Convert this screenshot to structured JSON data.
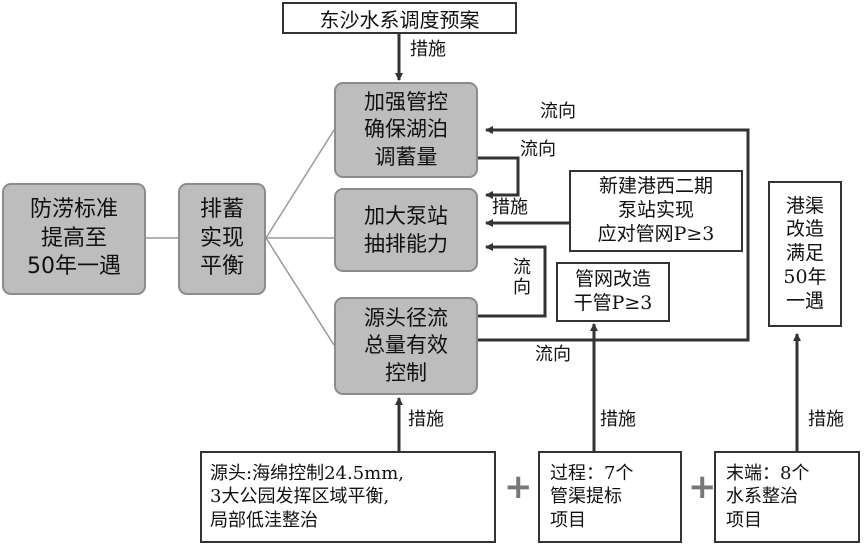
{
  "title": "东沙水系调度预案",
  "goal": "防涝标准\n提高至\n50年一遇",
  "balance": "排蓄\n实现\n平衡",
  "branches": {
    "top": "加强管控\n确保湖泊\n调蓄量",
    "mid": "加大泵站\n抽排能力",
    "bot": "源头径流\n总量有效\n控制"
  },
  "notes": {
    "pump_station": "新建港西二期\n泵站实现\n应对管网P≥3",
    "pipe_network": "管网改造\n干管P≥3",
    "canal": "港渠\n改造\n满足\n50年\n一遇"
  },
  "bottom": {
    "source": "源头:海绵控制24.5mm,\n3大公园发挥区域平衡,\n局部低洼整治",
    "process": "过程：7个\n管渠提标\n项目",
    "end": "末端：8个\n水系整治\n项目"
  },
  "labels": {
    "measure": "措施",
    "flow": "流向",
    "flow_vertical": "流\n向",
    "plus": "+"
  }
}
